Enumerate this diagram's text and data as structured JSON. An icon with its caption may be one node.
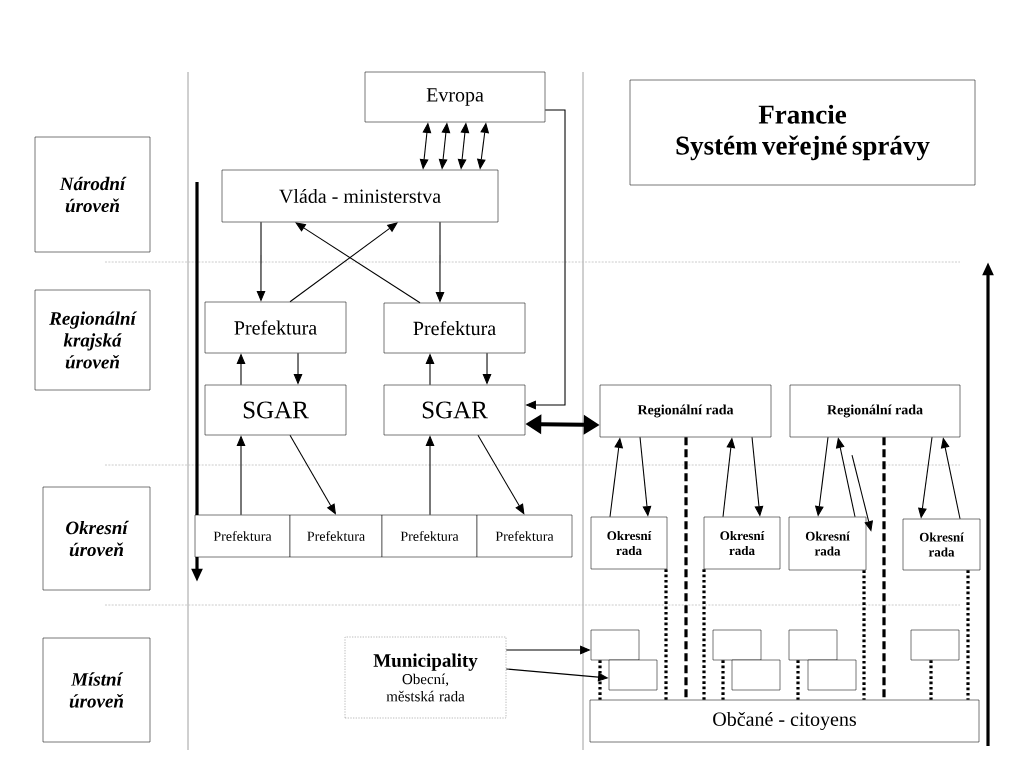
{
  "diagram": {
    "nodes": [
      {
        "text": [
          "Národní úroveň"
        ]
      },
      {
        "text": [
          "Regionální krajská úroveň"
        ]
      },
      {
        "text": [
          "Okresní úroveň"
        ]
      },
      {
        "text": [
          "Místní úroveň"
        ]
      },
      {
        "text": [
          "Evropa"
        ]
      },
      {
        "text": [
          "Francie",
          "Systém veřejné správy"
        ]
      },
      {
        "text": [
          "Vláda - ministerstva"
        ]
      },
      {
        "text": [
          "Prefektura"
        ]
      },
      {
        "text": [
          "Prefektura"
        ]
      },
      {
        "text": [
          "SGAR"
        ]
      },
      {
        "text": [
          "SGAR"
        ]
      },
      {
        "text": [
          "Prefektura"
        ]
      },
      {
        "text": [
          "Prefektura"
        ]
      },
      {
        "text": [
          "Prefektura"
        ]
      },
      {
        "text": [
          "Prefektura"
        ]
      },
      {
        "text": [
          "Regionální rada"
        ]
      },
      {
        "text": [
          "Regionální rada"
        ]
      },
      {
        "text": [
          "Okresní rada"
        ]
      },
      {
        "text": [
          "Okresní rada"
        ]
      },
      {
        "text": [
          "Okresní rada"
        ]
      },
      {
        "text": [
          "Okresní rada"
        ]
      },
      {
        "text": [],
        "shape": "box"
      },
      {
        "text": [],
        "shape": "box"
      },
      {
        "text": [],
        "shape": "box"
      },
      {
        "text": [],
        "shape": "box"
      },
      {
        "text": [],
        "shape": "box"
      },
      {
        "text": [],
        "shape": "box"
      },
      {
        "text": [],
        "shape": "box"
      },
      {
        "text": [
          "Občané - citoyens"
        ]
      },
      {
        "text": [
          "Municipality",
          "Obecní, městská rada"
        ]
      }
    ],
    "edges": [
      {
        "from": 6,
        "to": 4,
        "arrow": "both"
      },
      {
        "from": 6,
        "to": 4,
        "arrow": "both"
      },
      {
        "from": 6,
        "to": 4,
        "arrow": "both"
      },
      {
        "from": 6,
        "to": 4,
        "arrow": "both"
      },
      {
        "from": 4,
        "to": 10,
        "arrow": "to"
      },
      {
        "from": 6,
        "to": 7,
        "arrow": "to"
      },
      {
        "from": 6,
        "to": 8,
        "arrow": "to"
      },
      {
        "from": 7,
        "to": 6,
        "arrow": "to"
      },
      {
        "from": 8,
        "to": 6,
        "arrow": "to"
      },
      {
        "from": 9,
        "to": 7,
        "arrow": "to"
      },
      {
        "from": 7,
        "to": 9,
        "arrow": "to"
      },
      {
        "from": 10,
        "to": 8,
        "arrow": "to"
      },
      {
        "from": 8,
        "to": 10,
        "arrow": "to"
      },
      {
        "from": 11,
        "to": 9,
        "arrow": "to"
      },
      {
        "from": 9,
        "to": 12,
        "arrow": "to"
      },
      {
        "from": 13,
        "to": 10,
        "arrow": "to"
      },
      {
        "from": 10,
        "to": 14,
        "arrow": "to"
      },
      {
        "from": 10,
        "to": 15,
        "arrow": "both",
        "style": "thick"
      },
      {
        "from": 17,
        "to": 15,
        "arrow": "to"
      },
      {
        "from": 15,
        "to": 17,
        "arrow": "to"
      },
      {
        "from": 18,
        "to": 15,
        "arrow": "to"
      },
      {
        "from": 15,
        "to": 18,
        "arrow": "to"
      },
      {
        "from": 16,
        "to": 19,
        "arrow": "to"
      },
      {
        "from": 19,
        "to": 16,
        "arrow": "to"
      },
      {
        "from": null,
        "to": 19,
        "arrow": "to"
      },
      {
        "from": 16,
        "to": 20,
        "arrow": "to"
      },
      {
        "from": 20,
        "to": 16,
        "arrow": "to"
      },
      {
        "from": 29,
        "to": 21,
        "arrow": "to"
      },
      {
        "from": 29,
        "to": 22,
        "arrow": "to"
      },
      {
        "from": 21,
        "to": 28,
        "arrow": "none",
        "style": "dashed"
      },
      {
        "from": 17,
        "to": 28,
        "arrow": "none",
        "style": "dashed"
      },
      {
        "from": 15,
        "to": 28,
        "arrow": "none",
        "style": "dashed"
      },
      {
        "from": 18,
        "to": 28,
        "arrow": "none",
        "style": "dashed"
      },
      {
        "from": 23,
        "to": 28,
        "arrow": "none",
        "style": "dashed"
      },
      {
        "from": 25,
        "to": 28,
        "arrow": "none",
        "style": "dashed"
      },
      {
        "from": 19,
        "to": 28,
        "arrow": "none",
        "style": "dashed"
      },
      {
        "from": 16,
        "to": 28,
        "arrow": "none",
        "style": "dashed"
      },
      {
        "from": 27,
        "to": 28,
        "arrow": "none",
        "style": "dashed"
      },
      {
        "from": 20,
        "to": 28,
        "arrow": "none",
        "style": "dashed"
      }
    ]
  }
}
